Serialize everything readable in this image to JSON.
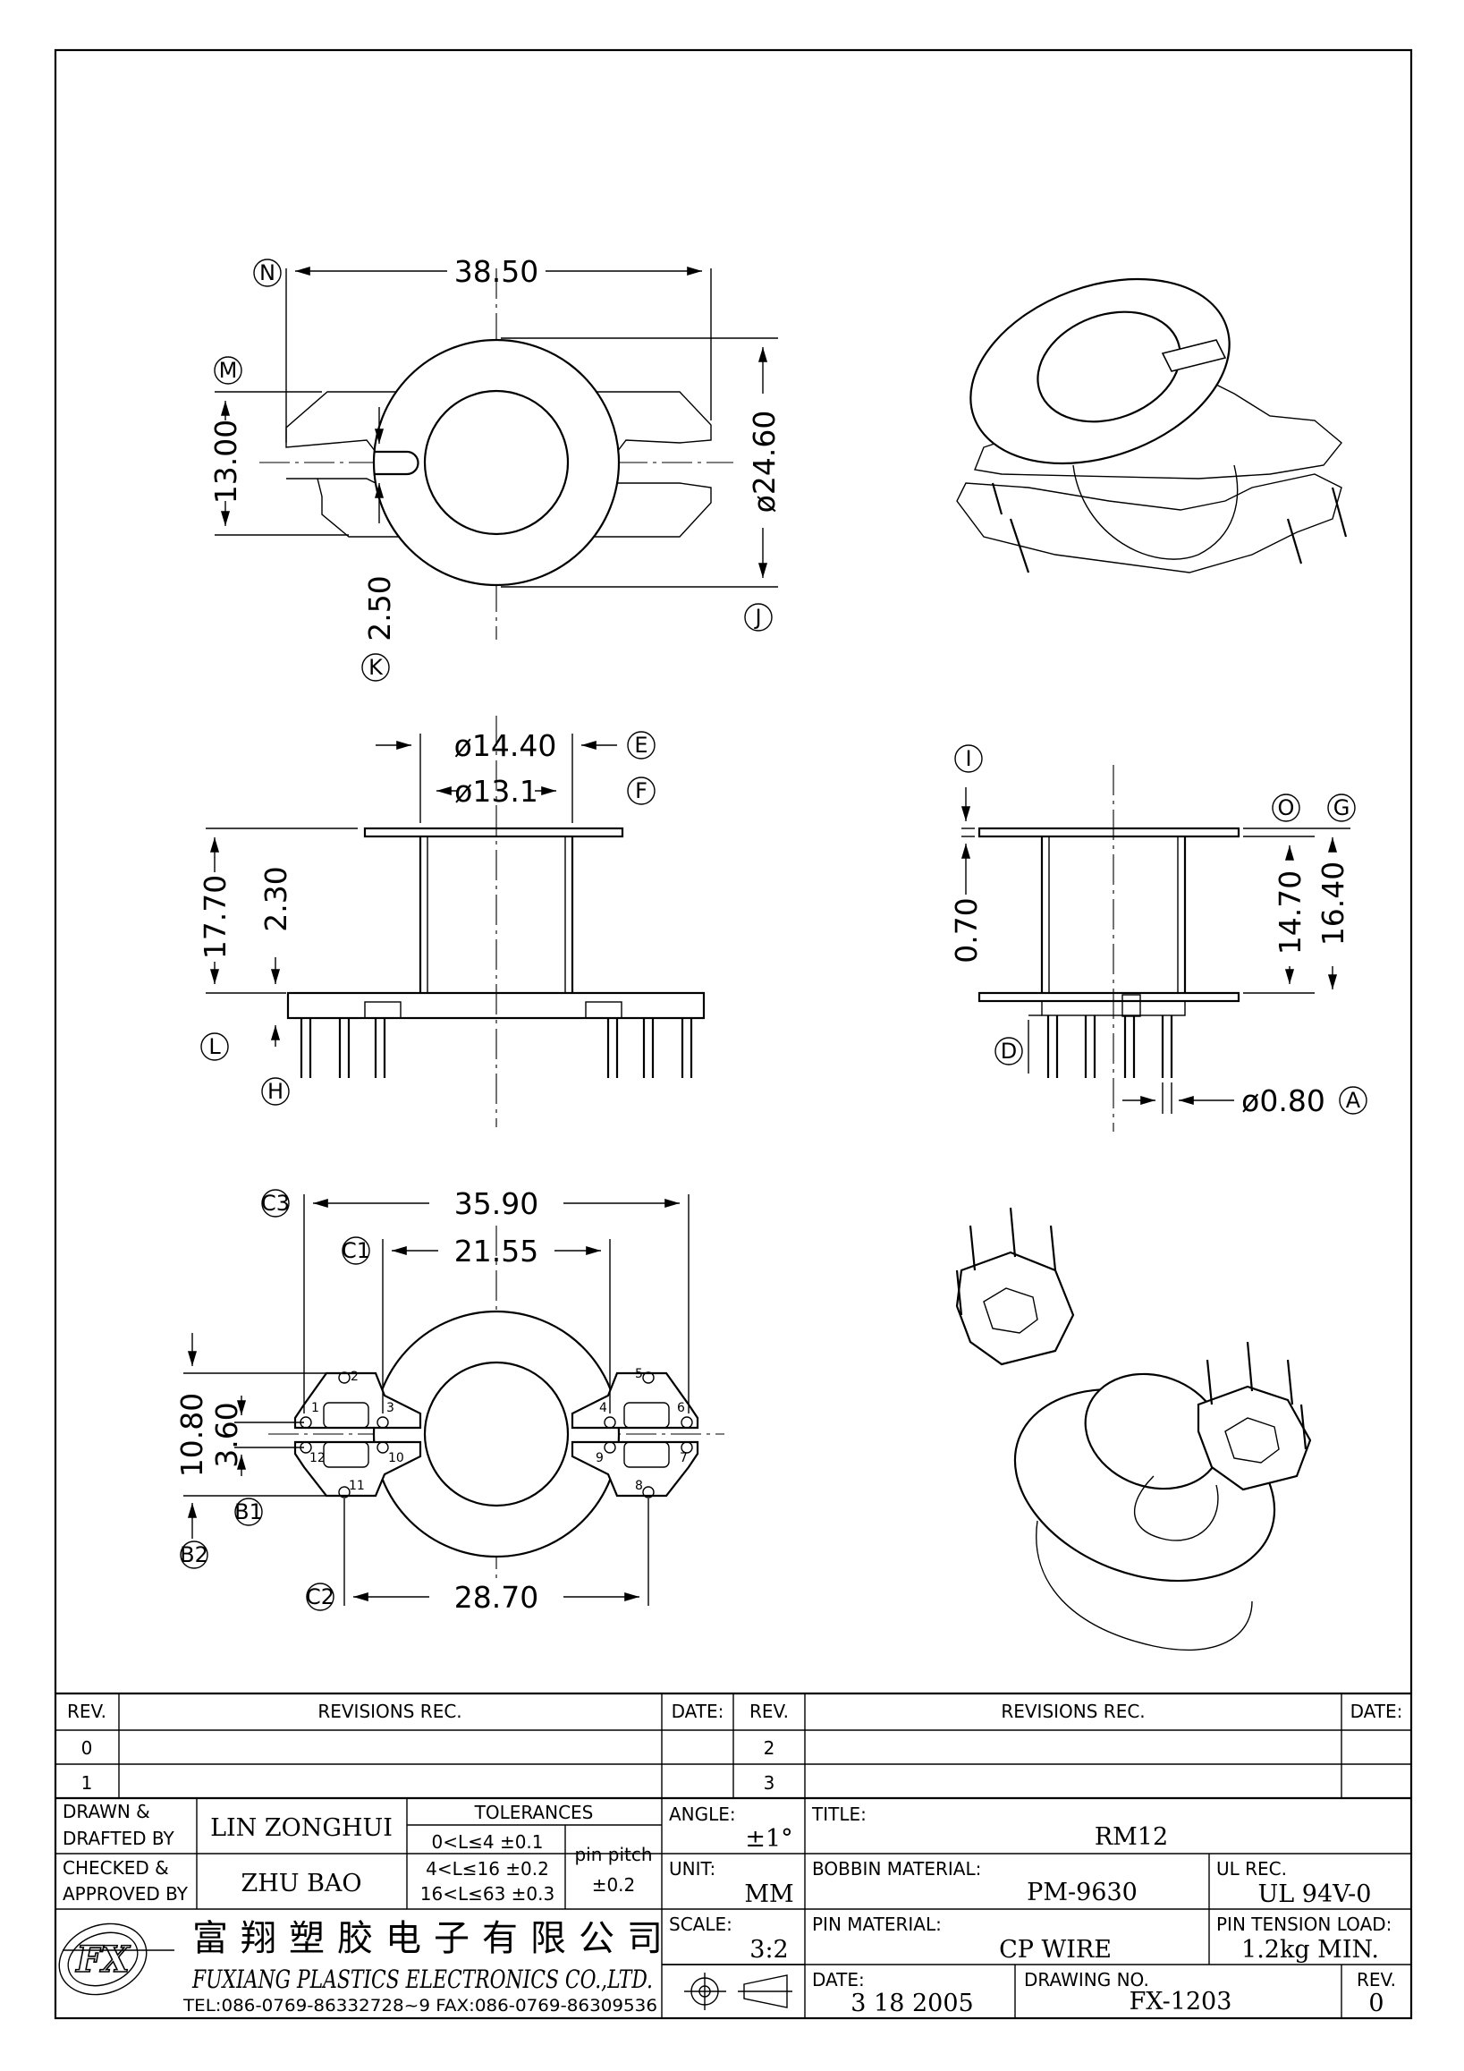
{
  "dimensions": {
    "top_width": "38.50",
    "top_height": "13.00",
    "top_dia": "ø24.60",
    "top_slot": "2.50",
    "side_dia_outer": "ø14.40",
    "side_dia_inner": "ø13.1",
    "side_height": "17.70",
    "side_flange": "2.30",
    "rside_flange": "0.70",
    "rside_inner": "14.70",
    "rside_total": "16.40",
    "pin_dia": "ø0.80",
    "bottom_width": "35.90",
    "bottom_inner_width": "21.55",
    "bottom_pin_span": "28.70",
    "bottom_height": "10.80",
    "bottom_pin_pitch": "3.60"
  },
  "labels": {
    "N": "N",
    "M": "M",
    "K": "K",
    "J": "J",
    "E": "E",
    "F": "F",
    "L": "L",
    "H": "H",
    "I": "I",
    "O": "O",
    "G": "G",
    "D": "D",
    "A": "A",
    "C3": "C3",
    "C1": "C1",
    "B1": "B1",
    "B2": "B2",
    "C2": "C2"
  },
  "pins": [
    "1",
    "2",
    "3",
    "4",
    "5",
    "6",
    "7",
    "8",
    "9",
    "10",
    "11",
    "12"
  ],
  "title_block": {
    "rev_header": "REV.",
    "revisions_header": "REVISIONS  REC.",
    "date_header": "DATE:",
    "rev_left": [
      "0",
      "1"
    ],
    "rev_right": [
      "2",
      "3"
    ],
    "drawn_label_1": "DRAWN &",
    "drawn_label_2": "DRAFTED BY",
    "drawn_value": "LIN ZONGHUI",
    "checked_label_1": "CHECKED &",
    "checked_label_2": "APPROVED BY",
    "checked_value": "ZHU BAO",
    "tolerances_header": "TOLERANCES",
    "tol_1": "0<L≤4   ±0.1",
    "tol_2": "4<L≤16  ±0.2",
    "tol_3": "16<L≤63 ±0.3",
    "pin_pitch_label": "pin pitch",
    "pin_pitch_value": "±0.2",
    "angle_label": "ANGLE:",
    "angle_value": "±1°",
    "unit_label": "UNIT:",
    "unit_value": "MM",
    "scale_label": "SCALE:",
    "scale_value": "3:2",
    "title_label": "TITLE:",
    "title_value": "RM12",
    "bobbin_label": "BOBBIN MATERIAL:",
    "bobbin_value": "PM-9630",
    "ul_label": "UL REC.",
    "ul_value": "UL 94V-0",
    "pin_material_label": "PIN MATERIAL:",
    "pin_material_value": "CP WIRE",
    "tension_label": "PIN TENSION LOAD:",
    "tension_value": "1.2kg MIN.",
    "date_label": "DATE:",
    "date_value": "3 18 2005",
    "drawing_no_label": "DRAWING NO.",
    "drawing_no_value": "FX-1203",
    "rev_label": "REV.",
    "rev_value": "0",
    "company_cn": "富翔塑胶电子有限公司",
    "company_en": "FUXIANG PLASTICS ELECTRONICS CO.,LTD.",
    "company_tel": "TEL:086-0769-86332728~9  FAX:086-0769-86309536",
    "logo_text": "FX"
  }
}
